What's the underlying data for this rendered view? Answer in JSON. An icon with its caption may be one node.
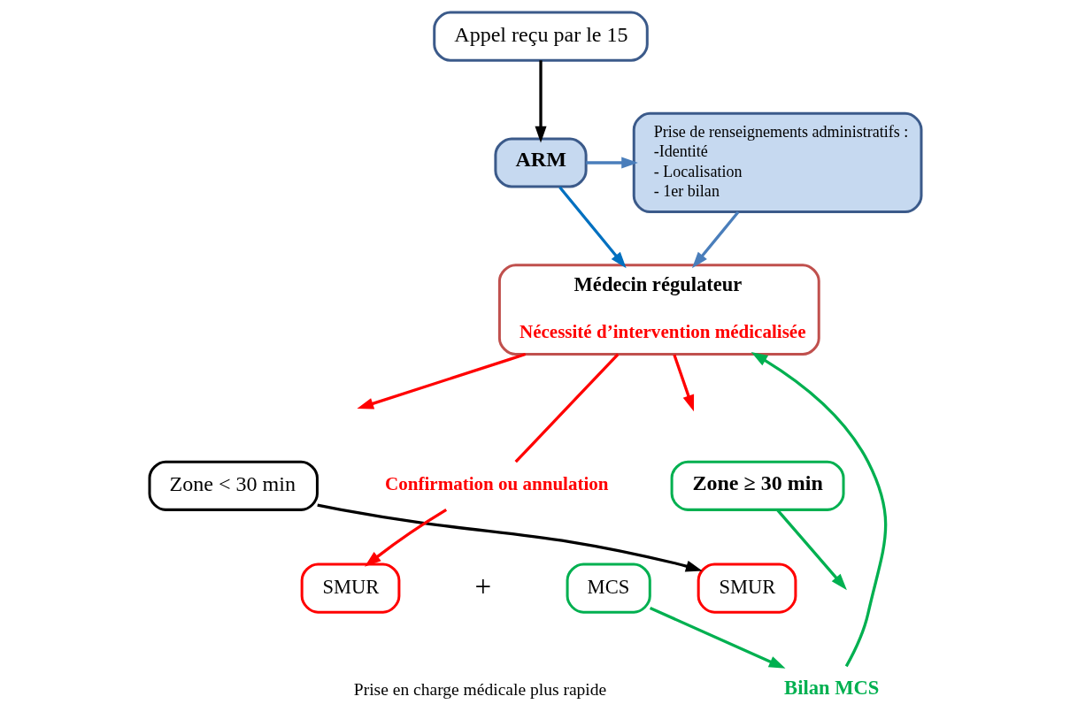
{
  "diagram": {
    "nodes": [
      {
        "text": [
          "Appel reçu par le 15"
        ]
      },
      {
        "text": [
          "ARM"
        ]
      },
      {
        "text": [
          "Prise de renseignements administratifs :",
          "-Identité",
          "- Localisation",
          "- 1er bilan"
        ]
      },
      {
        "text": [
          "Médecin régulateur",
          "Nécessité d’intervention médicalisée"
        ]
      },
      {
        "text": [
          "Zone < 30 min"
        ]
      },
      {
        "text": [
          "SMUR"
        ]
      },
      {
        "text": [
          "Zone ≥ 30 min"
        ]
      },
      {
        "text": [
          "Confirmation ou annulation"
        ]
      },
      {
        "text": [
          "SMUR"
        ]
      },
      {
        "text": [
          "MCS"
        ]
      },
      {
        "text": [
          "Bilan MCS"
        ]
      }
    ],
    "edges": [
      {
        "from": 0,
        "to": 1,
        "arrow": "to",
        "color": "#000000"
      },
      {
        "from": 1,
        "to": 2,
        "arrow": "to",
        "color": "#4a7ebb"
      },
      {
        "from": 1,
        "to": 3,
        "arrow": "to",
        "color": "#0070c0"
      },
      {
        "from": 2,
        "to": 3,
        "arrow": "to",
        "color": "#4a7ebb"
      },
      {
        "from": 3,
        "to": null,
        "arrow": "to"
      },
      {
        "from": 3,
        "to": null,
        "arrow": "to"
      },
      {
        "from": 3,
        "to": 7,
        "arrow": "none"
      },
      {
        "from": 7,
        "to": 8,
        "arrow": "to"
      },
      {
        "from": 4,
        "to": 5,
        "arrow": "to",
        "color": "#000000"
      },
      {
        "from": 6,
        "to": null,
        "arrow": "to",
        "color": "#00b050"
      },
      {
        "from": 9,
        "to": 10,
        "arrow": "to",
        "color": "#00b050"
      },
      {
        "from": 10,
        "to": 3,
        "arrow": "to",
        "color": "#00b050"
      }
    ],
    "labels": [
      "+",
      "Prise en charge médicale plus rapide"
    ]
  }
}
